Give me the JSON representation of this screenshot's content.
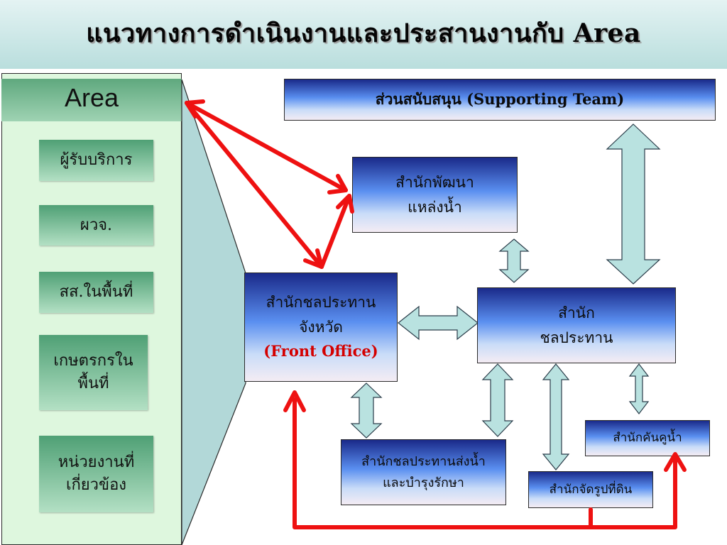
{
  "title": "แนวทางการดำเนินงานและประสานงานกับ Area",
  "area": {
    "label": "Area",
    "items": [
      "ผู้รับบริการ",
      "ผวจ.",
      "สส.ในพื้นที่",
      "เกษตรกรใน\nพื้นที่",
      "หน่วยงานที่\nเกี่ยวข้อง"
    ]
  },
  "boxes": {
    "supporting_team": "ส่วนสนับสนุน (Supporting Team)",
    "water_dev": [
      "สำนักพัฒนา",
      "แหล่งน้ำ"
    ],
    "provincial": [
      "สำนักชลประทาน",
      "จังหวัด",
      "(Front Office)"
    ],
    "irrigation": [
      "สำนัก",
      "ชลประทาน"
    ],
    "water_delivery": [
      "สำนักชลประทานส่งน้ำ",
      "และบำรุงรักษา"
    ],
    "land_consolidation": "สำนักจัดรูปที่ดิน",
    "ditch_dyke": "สำนักคันคูน้ำ"
  },
  "colors": {
    "arrow_red": "#ee1111",
    "arrow_light": "#b9e2e0",
    "area_bg": "#def7de"
  }
}
